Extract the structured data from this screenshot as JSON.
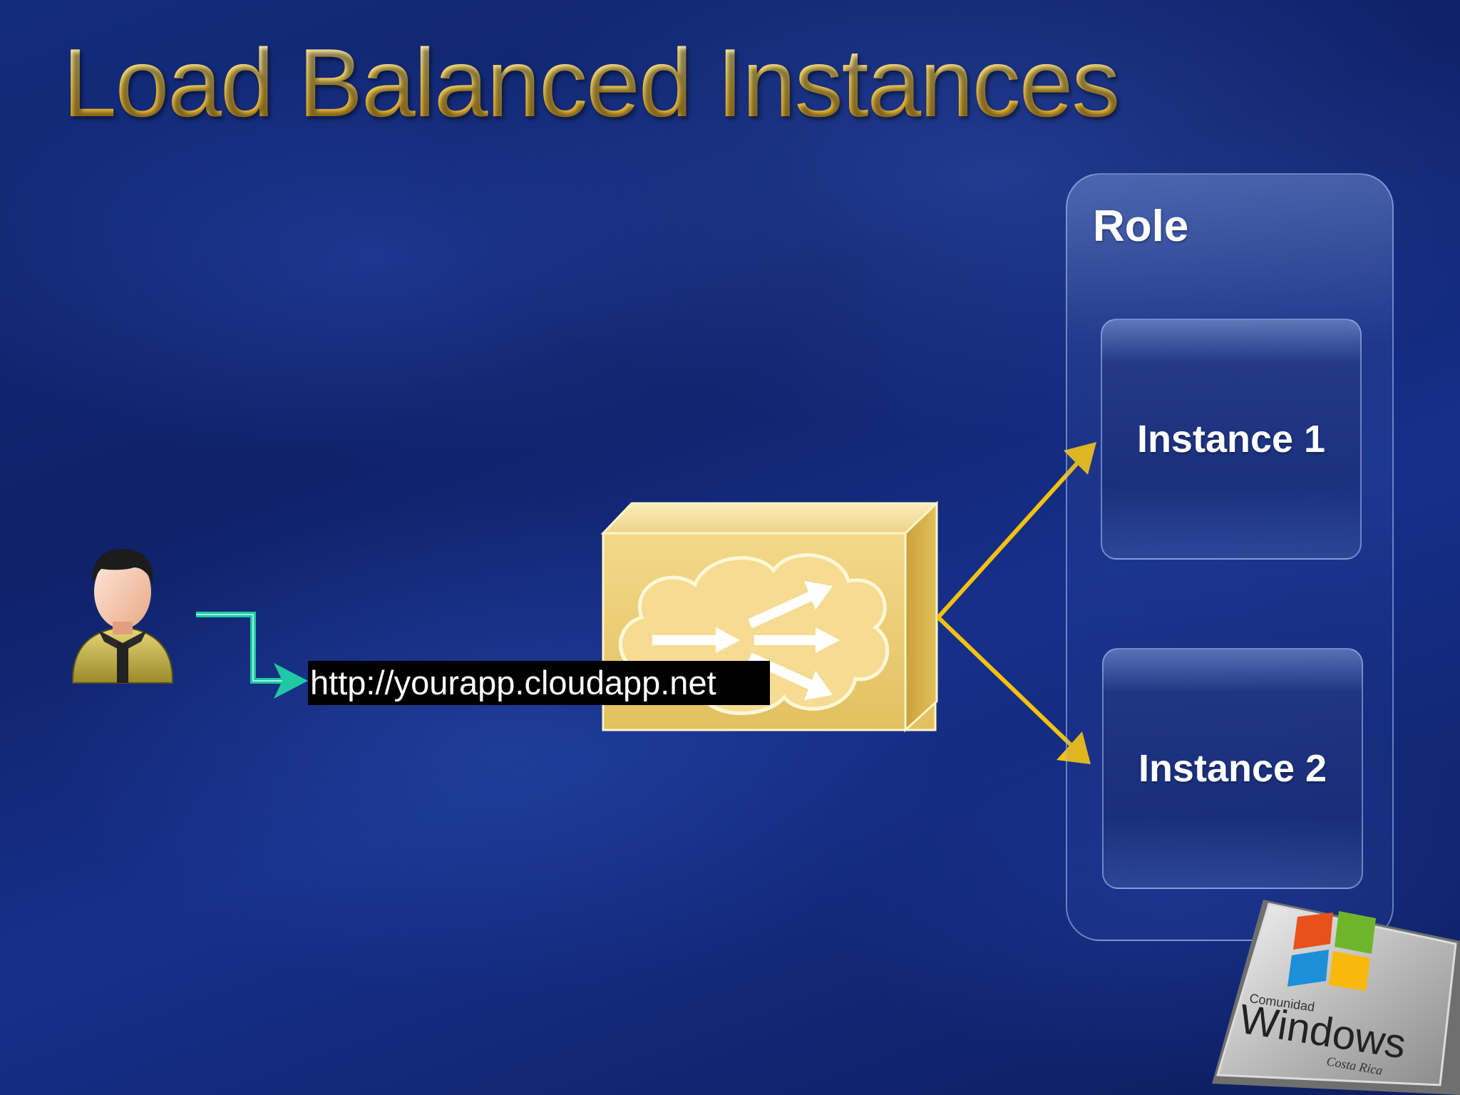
{
  "slide": {
    "title": "Load Balanced Instances"
  },
  "diagram": {
    "url_label": "http://yourapp.cloudapp.net",
    "role": {
      "label": "Role",
      "instances": [
        {
          "label": "Instance 1"
        },
        {
          "label": "Instance 2"
        }
      ]
    }
  },
  "logo": {
    "line1": "Comunidad",
    "line2": "Windows",
    "line3": "Costa Rica"
  },
  "colors": {
    "title": "#f1c543",
    "request_arrow": "#1ec9a4",
    "balancer_arrows": "#f4c20d",
    "load_balancer": "#e8c964"
  },
  "icons": {
    "user": "user-icon",
    "load_balancer": "load-balancer-icon",
    "logo": "windows-logo-icon"
  }
}
